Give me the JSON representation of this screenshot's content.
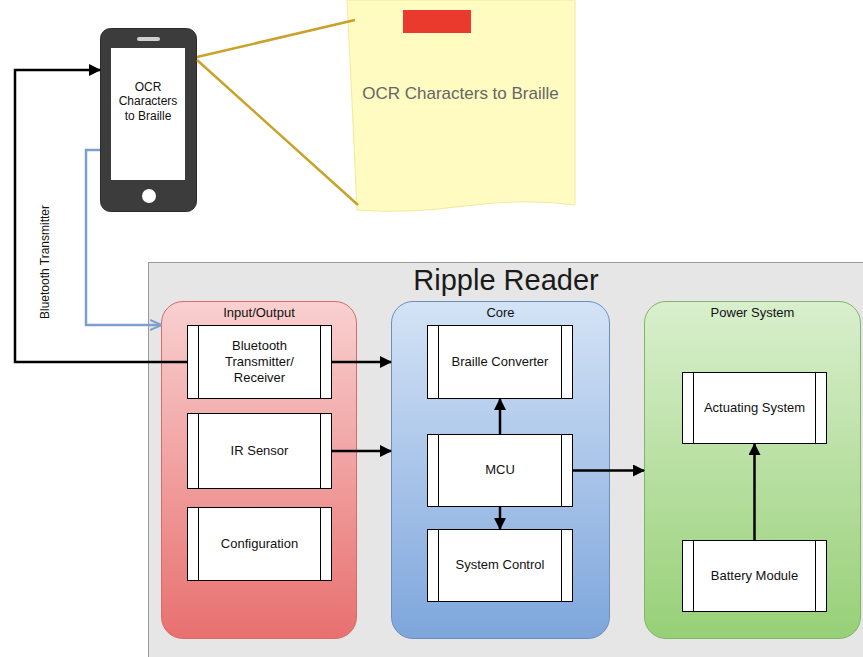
{
  "diagram": {
    "nodes": [
      {
        "text": [
          "OCR Characters to Braille"
        ]
      },
      {
        "text": [
          "OCR Characters to Braille"
        ]
      },
      {
        "text": [
          "Ripple Reader"
        ]
      },
      {
        "text": [
          "Input/Output"
        ],
        "in": 2
      },
      {
        "text": [
          "Bluetooth Transmitter/ Receiver"
        ],
        "in": 3
      },
      {
        "text": [
          "IR Sensor"
        ],
        "in": 3
      },
      {
        "text": [
          "Configuration"
        ],
        "in": 3
      },
      {
        "text": [
          "Core"
        ],
        "in": 2
      },
      {
        "text": [
          "Braille Converter"
        ],
        "in": 7
      },
      {
        "text": [
          "MCU"
        ],
        "in": 7
      },
      {
        "text": [
          "System Control"
        ],
        "in": 7
      },
      {
        "text": [
          "Power System"
        ],
        "in": 2
      },
      {
        "text": [
          "Actuating System"
        ],
        "in": 11
      },
      {
        "text": [
          "Battery Module"
        ],
        "in": 11
      }
    ],
    "edges": [
      {
        "from": 4,
        "to": 0,
        "arrow": "to"
      },
      {
        "from": 0,
        "to": 3,
        "arrow": "to"
      },
      {
        "from": 4,
        "to": 7,
        "arrow": "to"
      },
      {
        "from": 5,
        "to": 7,
        "arrow": "to"
      },
      {
        "from": 9,
        "to": 8,
        "arrow": "to"
      },
      {
        "from": 9,
        "to": 10,
        "arrow": "to"
      },
      {
        "from": 9,
        "to": 11,
        "arrow": "to"
      },
      {
        "from": 13,
        "to": 12,
        "arrow": "to"
      },
      {
        "from": 0,
        "to": 1,
        "arrow": "none"
      },
      {
        "from": 0,
        "to": 1,
        "arrow": "none"
      }
    ],
    "labels": [
      "Bluetooth Transmitter"
    ]
  }
}
